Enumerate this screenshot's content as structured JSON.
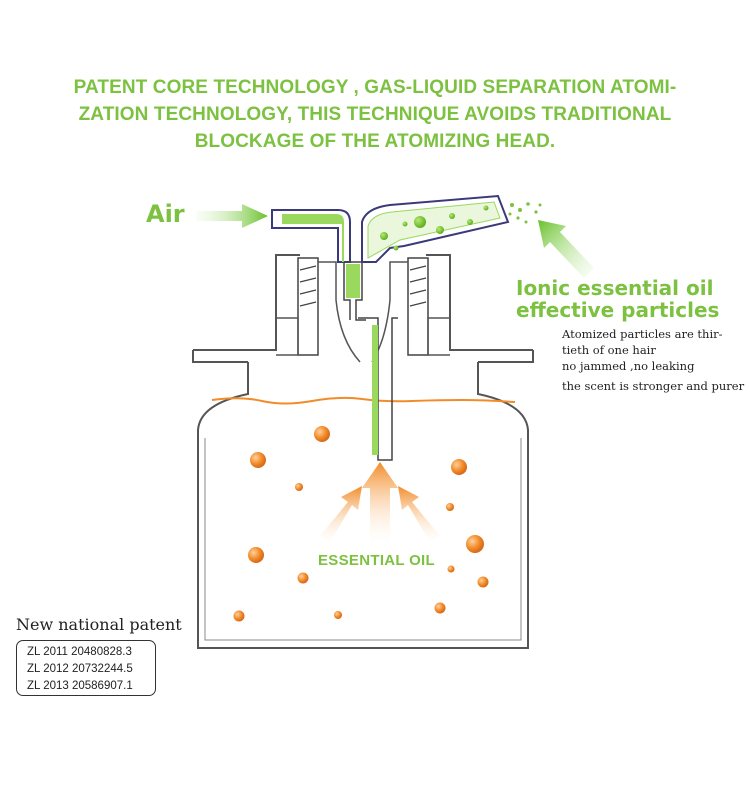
{
  "headline": {
    "line1": "PATENT CORE TECHNOLOGY , GAS-LIQUID SEPARATION ATOMI-",
    "line2": "ZATION TECHNOLOGY, THIS TECHNIQUE AVOIDS  TRADITIONAL",
    "line3": "BLOCKAGE OF THE ATOMIZING HEAD."
  },
  "labels": {
    "air": "Air",
    "ionic_line1": "Ionic essential oil",
    "ionic_line2": "effective particles",
    "essential_oil": "ESSENTIAL OIL"
  },
  "description": {
    "line1": "Atomized particles are thir-",
    "line2": "tieth of one hair",
    "line3": "no jammed ,no leaking",
    "line4": "the scent is stronger and purer"
  },
  "patent": {
    "title": "New national patent",
    "numbers": [
      "ZL 2011 20480828.3",
      "ZL 2012 20732244.5",
      "ZL 2013 20586907.1"
    ]
  },
  "colors": {
    "accent_green": "#7dc141",
    "oil_orange": "#f28c28",
    "outline": "#555555",
    "pipe_outline": "#3a3a7a"
  }
}
